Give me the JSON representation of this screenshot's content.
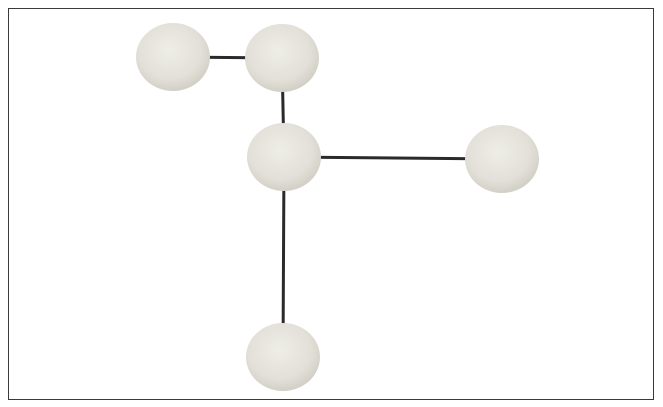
{
  "diagram": {
    "type": "graph",
    "colors": {
      "node_fill_center": "#ecebe5",
      "node_fill_edge": "#d6d4cb",
      "edge_stroke": "#2a2a2a",
      "frame_border": "#3a3a3a",
      "background": "#ffffff"
    },
    "nodes": [
      {
        "id": "n1"
      },
      {
        "id": "n2"
      },
      {
        "id": "n3"
      },
      {
        "id": "n4"
      },
      {
        "id": "n5"
      }
    ],
    "edges": [
      {
        "from": "n1",
        "to": "n2"
      },
      {
        "from": "n2",
        "to": "n3"
      },
      {
        "from": "n3",
        "to": "n4"
      },
      {
        "from": "n3",
        "to": "n5"
      }
    ]
  }
}
